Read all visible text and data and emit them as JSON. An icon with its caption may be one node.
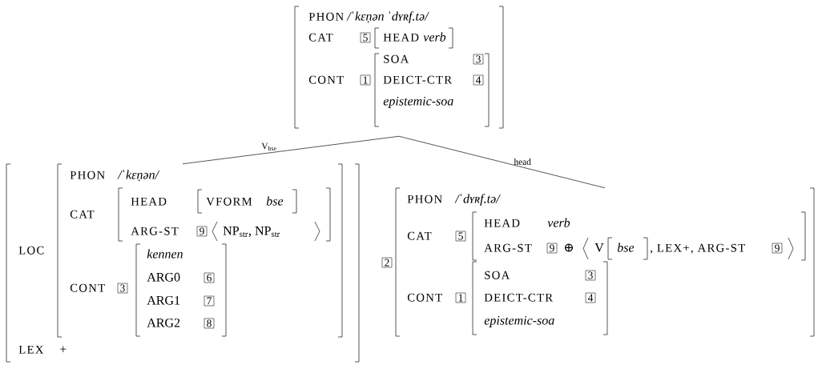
{
  "diagram": {
    "nodes": [
      {
        "text": [
          "PHON",
          "/ˈkɛṇən ˈdʏʀf.tə/",
          "CAT",
          "CONT"
        ]
      },
      {
        "text": [
          "5"
        ],
        "in": 0
      },
      {
        "text": [
          "HEAD",
          "verb"
        ],
        "in": 0
      },
      {
        "text": [
          "1"
        ],
        "in": 0
      },
      {
        "text": [
          "SOA",
          "DEICT-CTR",
          "epistemic-soa"
        ],
        "in": 0
      },
      {
        "text": [
          "3"
        ],
        "in": 4
      },
      {
        "text": [
          "4"
        ],
        "in": 4
      },
      {
        "text": [
          "LOC",
          "LEX",
          "+"
        ]
      },
      {
        "text": [
          "PHON",
          "/ˈkɛṇən/",
          "CAT",
          "CONT"
        ],
        "in": 7
      },
      {
        "text": [
          "HEAD",
          "ARG-ST",
          "NP$_{str}$, NP$_{str}$"
        ],
        "in": 8
      },
      {
        "text": [
          "VFORM",
          "bse"
        ],
        "in": 9
      },
      {
        "text": [
          "9"
        ],
        "in": 9
      },
      {
        "text": [
          "3"
        ],
        "in": 8
      },
      {
        "text": [
          "kennen",
          "ARG0",
          "ARG1",
          "ARG2"
        ],
        "in": 8
      },
      {
        "text": [
          "6"
        ],
        "in": 13
      },
      {
        "text": [
          "7"
        ],
        "in": 13
      },
      {
        "text": [
          "8"
        ],
        "in": 13
      },
      {
        "text": [
          "2"
        ]
      },
      {
        "text": [
          "PHON",
          "/ˈdʏʀf.tə/",
          "CAT",
          "CONT"
        ]
      },
      {
        "text": [
          "5"
        ],
        "in": 18
      },
      {
        "text": [
          "HEAD",
          "verb",
          "ARG-ST",
          "⊕",
          "V",
          ", LEX+, ARG-ST"
        ],
        "in": 18
      },
      {
        "text": [
          "9"
        ],
        "in": 20
      },
      {
        "text": [
          "bse"
        ],
        "in": 20
      },
      {
        "text": [
          "9"
        ],
        "in": 20
      },
      {
        "text": [
          "1"
        ],
        "in": 18
      },
      {
        "text": [
          "SOA",
          "DEICT-CTR",
          "epistemic-soa"
        ],
        "in": 18
      },
      {
        "text": [
          "3"
        ],
        "in": 25
      },
      {
        "text": [
          "4"
        ],
        "in": 25
      }
    ],
    "edges": [
      {
        "from": 0,
        "to": 7,
        "arrow": "none",
        "label": "V$_{bse}$"
      },
      {
        "from": 0,
        "to": 18,
        "arrow": "none",
        "label": "head"
      }
    ]
  }
}
